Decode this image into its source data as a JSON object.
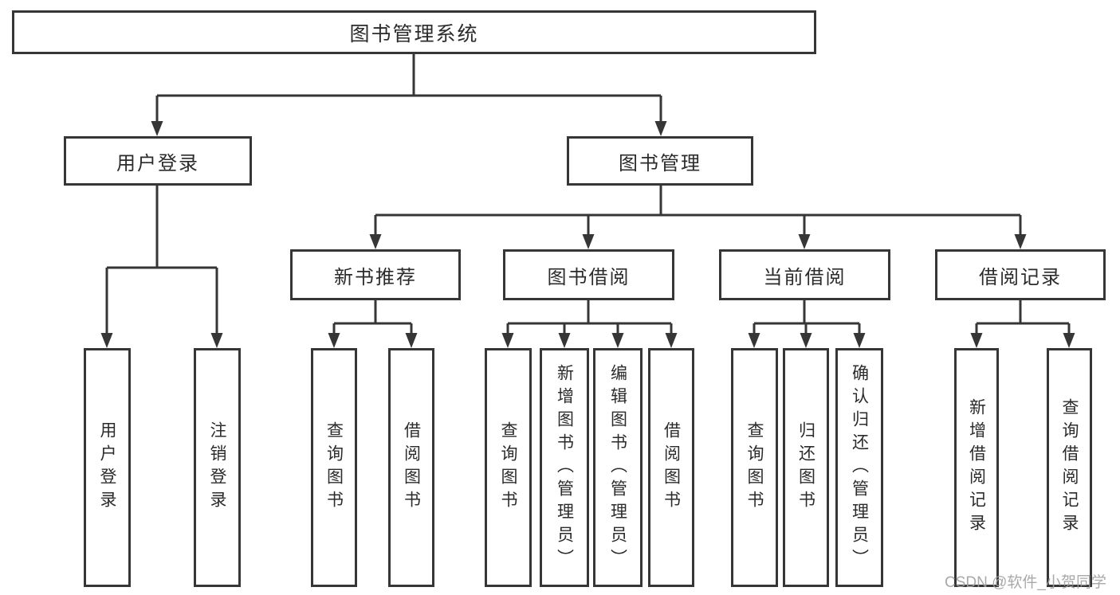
{
  "colors": {
    "line": "#363636",
    "box_border": "#363636",
    "text": "#2b2b2b",
    "box_fill": "#ffffff",
    "watermark": "#a0a0a0",
    "background": "#ffffff"
  },
  "nodes": {
    "root": {
      "label": "图书管理系统"
    },
    "level2": [
      {
        "label": "用户登录"
      },
      {
        "label": "图书管理"
      }
    ],
    "level3": [
      {
        "label": "新书推荐"
      },
      {
        "label": "图书借阅"
      },
      {
        "label": "当前借阅"
      },
      {
        "label": "借阅记录"
      }
    ],
    "leaves": {
      "user_login": [
        "用户登录",
        "注销登录"
      ],
      "new_book_recommend": [
        "查询图书",
        "借阅图书"
      ],
      "book_borrow": [
        "查询图书",
        "新增图书（管理员）",
        "编辑图书（管理员）",
        "借阅图书"
      ],
      "current_borrow": [
        "查询图书",
        "归还图书",
        "确认归还（管理员）"
      ],
      "borrow_record": [
        "新增借阅记录",
        "查询借阅记录"
      ]
    }
  },
  "watermark": {
    "text": "CSDN @软件_小贺同学"
  }
}
